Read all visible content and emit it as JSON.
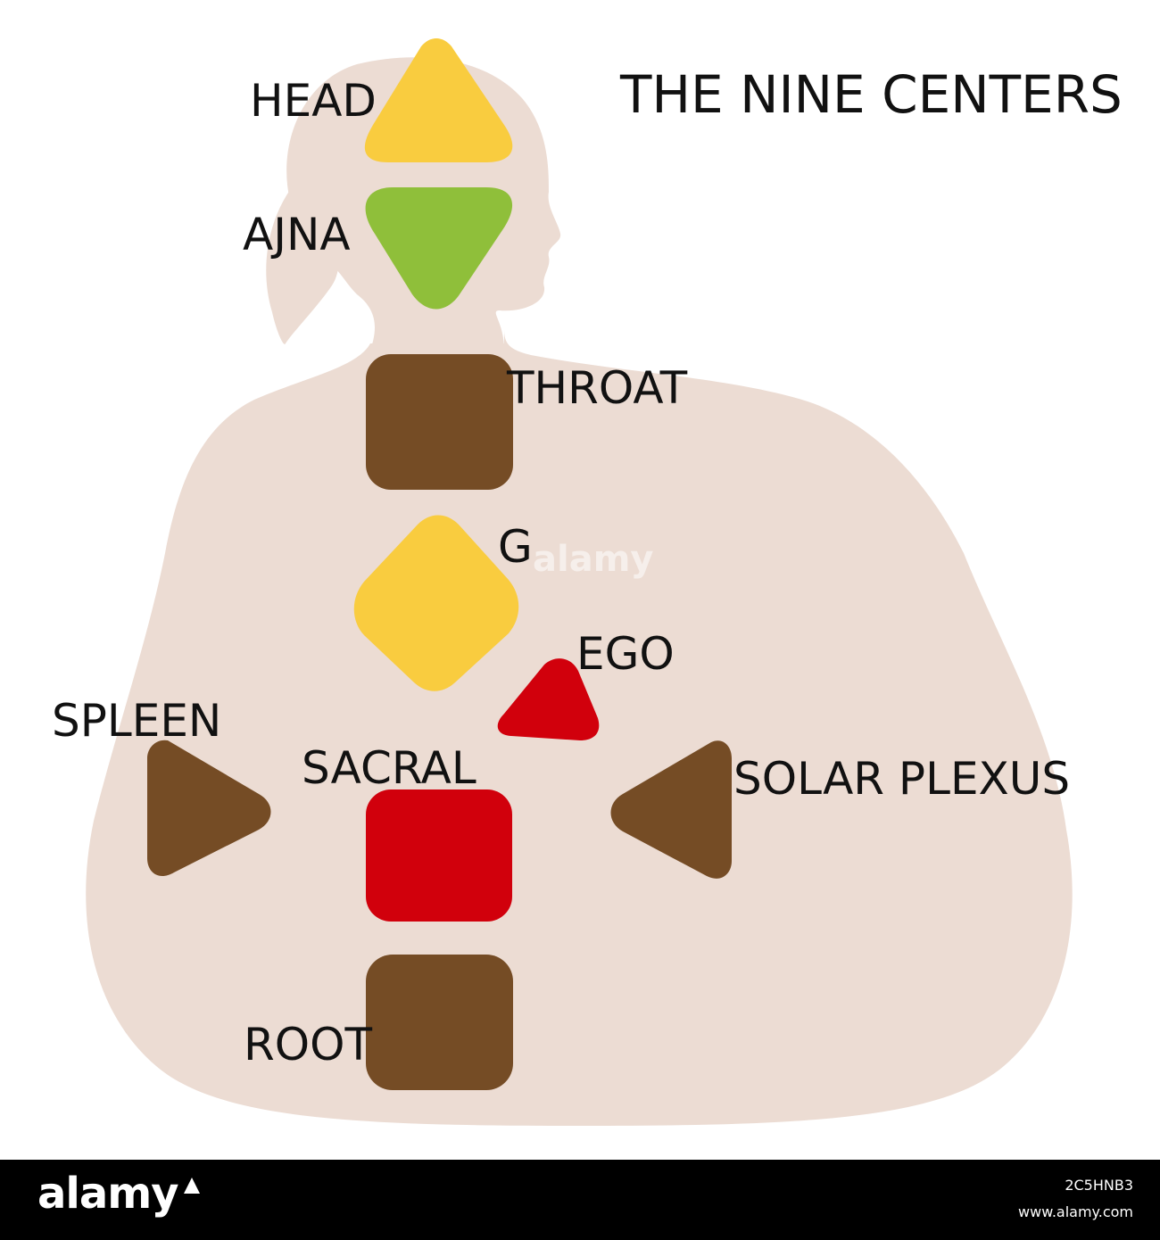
{
  "title": "THE NINE CENTERS",
  "colors": {
    "silhouette": "#ecdcd3",
    "yellow": "#f9cc3f",
    "green": "#8fbf3a",
    "brown": "#754c25",
    "red": "#d1000c"
  },
  "centers": [
    {
      "id": "head",
      "label": "HEAD",
      "shape": "triangle-up",
      "color": "yellow"
    },
    {
      "id": "ajna",
      "label": "AJNA",
      "shape": "triangle-down",
      "color": "green"
    },
    {
      "id": "throat",
      "label": "THROAT",
      "shape": "square",
      "color": "brown"
    },
    {
      "id": "g",
      "label": "G",
      "shape": "diamond",
      "color": "yellow"
    },
    {
      "id": "ego",
      "label": "EGO",
      "shape": "triangle",
      "color": "red"
    },
    {
      "id": "spleen",
      "label": "SPLEEN",
      "shape": "triangle-right",
      "color": "brown"
    },
    {
      "id": "sacral",
      "label": "SACRAL",
      "shape": "square",
      "color": "red"
    },
    {
      "id": "solar_plexus",
      "label": "SOLAR PLEXUS",
      "shape": "triangle-left",
      "color": "brown"
    },
    {
      "id": "root",
      "label": "ROOT",
      "shape": "square",
      "color": "brown"
    }
  ],
  "watermark": {
    "logo_text": "alamy",
    "image_id": "2C5HNB3",
    "site": "www.alamy.com"
  }
}
